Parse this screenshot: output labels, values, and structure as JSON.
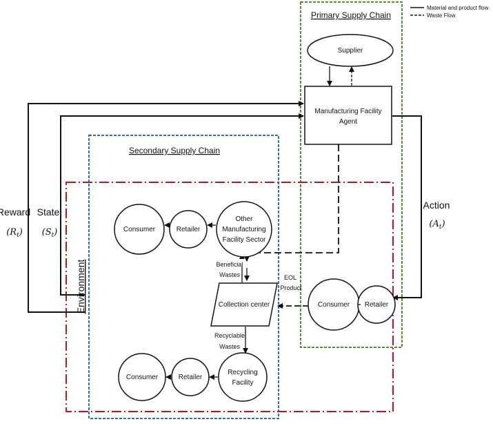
{
  "legend": {
    "solid_label": "Material and product flow",
    "dashed_label": "Waste Flow"
  },
  "regions": {
    "primary_title": "Primary Supply Chain",
    "secondary_title": "Secondary Supply Chain",
    "environment_label": "Environment"
  },
  "nodes": {
    "supplier": "Supplier",
    "manufacturing_line1": "Manufacturing Facility",
    "manufacturing_line2": "Agent",
    "other_mfg_line1": "Other",
    "other_mfg_line2": "Manufacturing",
    "other_mfg_line3": "Facility Sector",
    "retailer_top": "Retailer",
    "consumer_top": "Consumer",
    "collection_center": "Collection center",
    "consumer_right": "Consumer",
    "retailer_right": "Retailer",
    "recycling_line1": "Recycling",
    "recycling_line2": "Facility",
    "retailer_bottom": "Retailer",
    "consumer_bottom": "Consumer"
  },
  "edge_labels": {
    "beneficial_line1": "Beneficial",
    "beneficial_line2": "Wastes",
    "eol_line1": "EOL",
    "eol_line2": "Product",
    "recyclable_line1": "Recyclable",
    "recyclable_line2": "Wastes"
  },
  "signals": {
    "reward_word": "Reward",
    "reward_symbol": "(R",
    "reward_sub": "t",
    "state_word": "State",
    "state_symbol": "(S",
    "state_sub": "t",
    "action_word": "Action",
    "action_symbol": "(A",
    "action_sub": "t",
    "close_paren": ")"
  },
  "colors": {
    "primary_border": "#5a8a2e",
    "secondary_border": "#2e6db3",
    "environment_border": "#c0141b",
    "line": "#111111"
  }
}
